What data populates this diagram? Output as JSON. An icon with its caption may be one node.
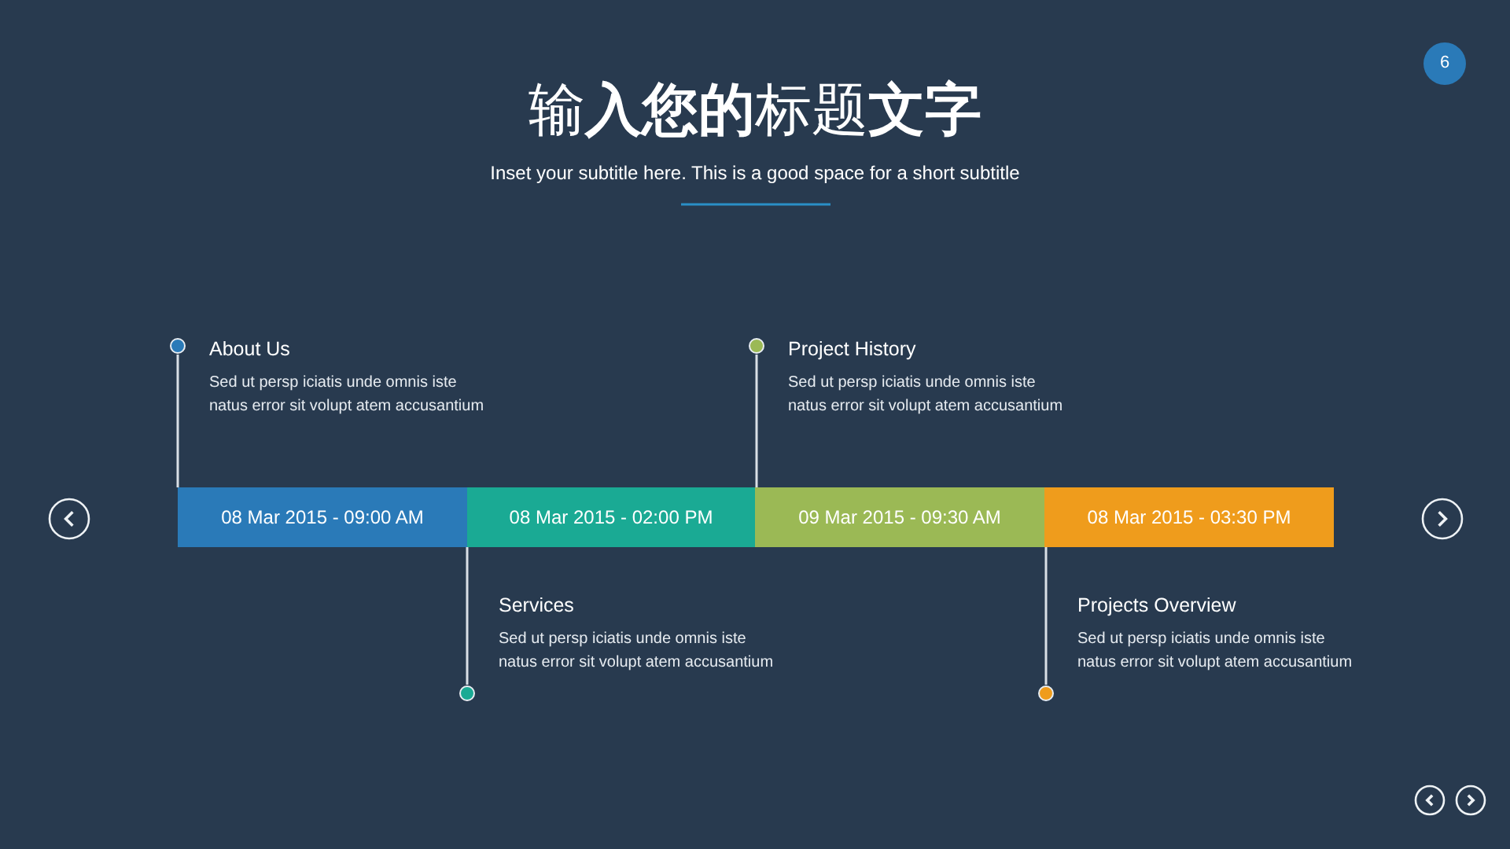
{
  "diagram": {
    "title": "输**入您的**标题**文字**",
    "nodes": [
      {
        "text": [
          "08 Mar 2015 -  09:00 AM"
        ]
      },
      {
        "text": [
          "08 Mar 2015 -  02:00 PM"
        ]
      },
      {
        "text": [
          "09 Mar 2015 -  09:30 AM"
        ]
      },
      {
        "text": [
          "08 Mar 2015 -  03:30 PM"
        ]
      },
      {
        "text": [
          "About Us",
          "Sed ut persp iciatis unde omnis iste natus error sit volupt atem accusantium"
        ]
      },
      {
        "text": [
          "Services",
          "Sed ut persp iciatis unde omnis iste natus error sit volupt atem accusantium"
        ]
      },
      {
        "text": [
          "Project History",
          "Sed ut persp iciatis unde omnis iste natus error sit volupt atem accusantium"
        ]
      },
      {
        "text": [
          "Projects Overview",
          "Sed ut persp iciatis unde omnis iste natus error sit volupt atem accusantium"
        ]
      },
      {
        "text": [],
        "shape": "circle"
      },
      {
        "text": [],
        "shape": "circle"
      },
      {
        "text": [],
        "shape": "circle"
      },
      {
        "text": [],
        "shape": "circle"
      }
    ],
    "edges": [
      {
        "from": 8,
        "to": 0,
        "arrow": "none"
      },
      {
        "from": 9,
        "to": 1,
        "arrow": "none"
      },
      {
        "from": 10,
        "to": 2,
        "arrow": "none"
      },
      {
        "from": 11,
        "to": 3,
        "arrow": "none"
      }
    ],
    "labels": [
      "6",
      "Inset your subtitle here. This is a good space for a short subtitle"
    ]
  }
}
